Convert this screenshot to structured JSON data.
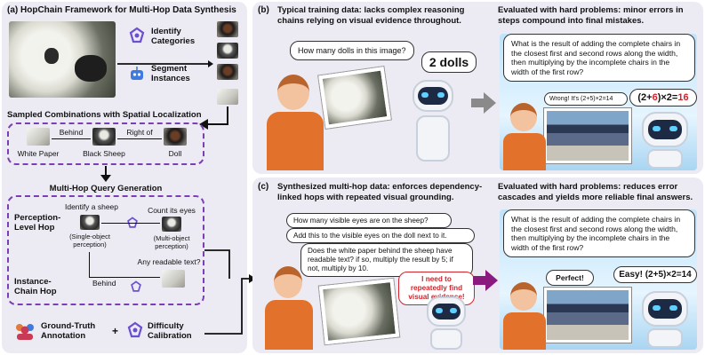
{
  "panel_a": {
    "title": "(a) HopChain Framework for Multi-Hop Data Synthesis",
    "identify_label": "Identify Categories",
    "segment_label": "Segment Instances",
    "sampled_title": "Sampled Combinations with Spatial Localization",
    "items": [
      "White Paper",
      "Black Sheep",
      "Doll"
    ],
    "relations": [
      "Behind",
      "Right of"
    ],
    "query_title": "Multi-Hop Query Generation",
    "perception_hop_label": "Perception-Level Hop",
    "instance_hop_label": "Instance-Chain Hop",
    "identify_sheep": "Identify a sheep",
    "count_eyes": "Count its eyes",
    "single_obj": "(Single-object perception)",
    "multi_obj": "(Multi-object perception)",
    "readable_text": "Any readable text?",
    "behind_label": "Behind",
    "gt_label": "Ground-Truth Annotation",
    "plus": "+",
    "difficulty_label": "Difficulty Calibration"
  },
  "panel_b": {
    "title": "(b)",
    "left_heading": "Typical training data: lacks complex reasoning chains relying on visual evidence throughout.",
    "question": "How many dolls in this image?",
    "answer": "2 dolls",
    "right_heading": "Evaluated with hard problems: minor errors in steps compound into final mistakes.",
    "hard_question": "What is the result of adding the complete chairs in the closest first and second rows along the width, then multiplying by the incomplete chairs in the width of the first row?",
    "wrong_text": "Wrong! It's (2+5)×2=14",
    "wrong_calc_prefix": "(2+",
    "wrong_calc_red": "6",
    "wrong_calc_mid": ")×2=",
    "wrong_calc_result": "16"
  },
  "panel_c": {
    "title": "(c)",
    "left_heading": "Synthesized multi-hop data: enforces dependency-linked hops with repeated visual grounding.",
    "q1": "How many visible eyes are on the sheep?",
    "q2": "Add this to the visible eyes on the doll next to it.",
    "q3": "Does the white paper behind the sheep have readable text? if so, multiply the result by 5; if not, multiply by 10.",
    "robot_note": "I need to repeatedly find visual evidence!",
    "right_heading": "Evaluated with hard problems: reduces error cascades and yields more reliable final answers.",
    "hard_question": "What is the result of adding the complete chairs in the closest first and second rows along the width, then multiplying by the incomplete chairs in the width of the first row?",
    "perfect": "Perfect!",
    "easy": "Easy! (2+5)×2=14"
  },
  "colors": {
    "accent_purple": "#7c3fb3",
    "error_red": "#d2232a",
    "panel_bg": "#ecebf4"
  }
}
